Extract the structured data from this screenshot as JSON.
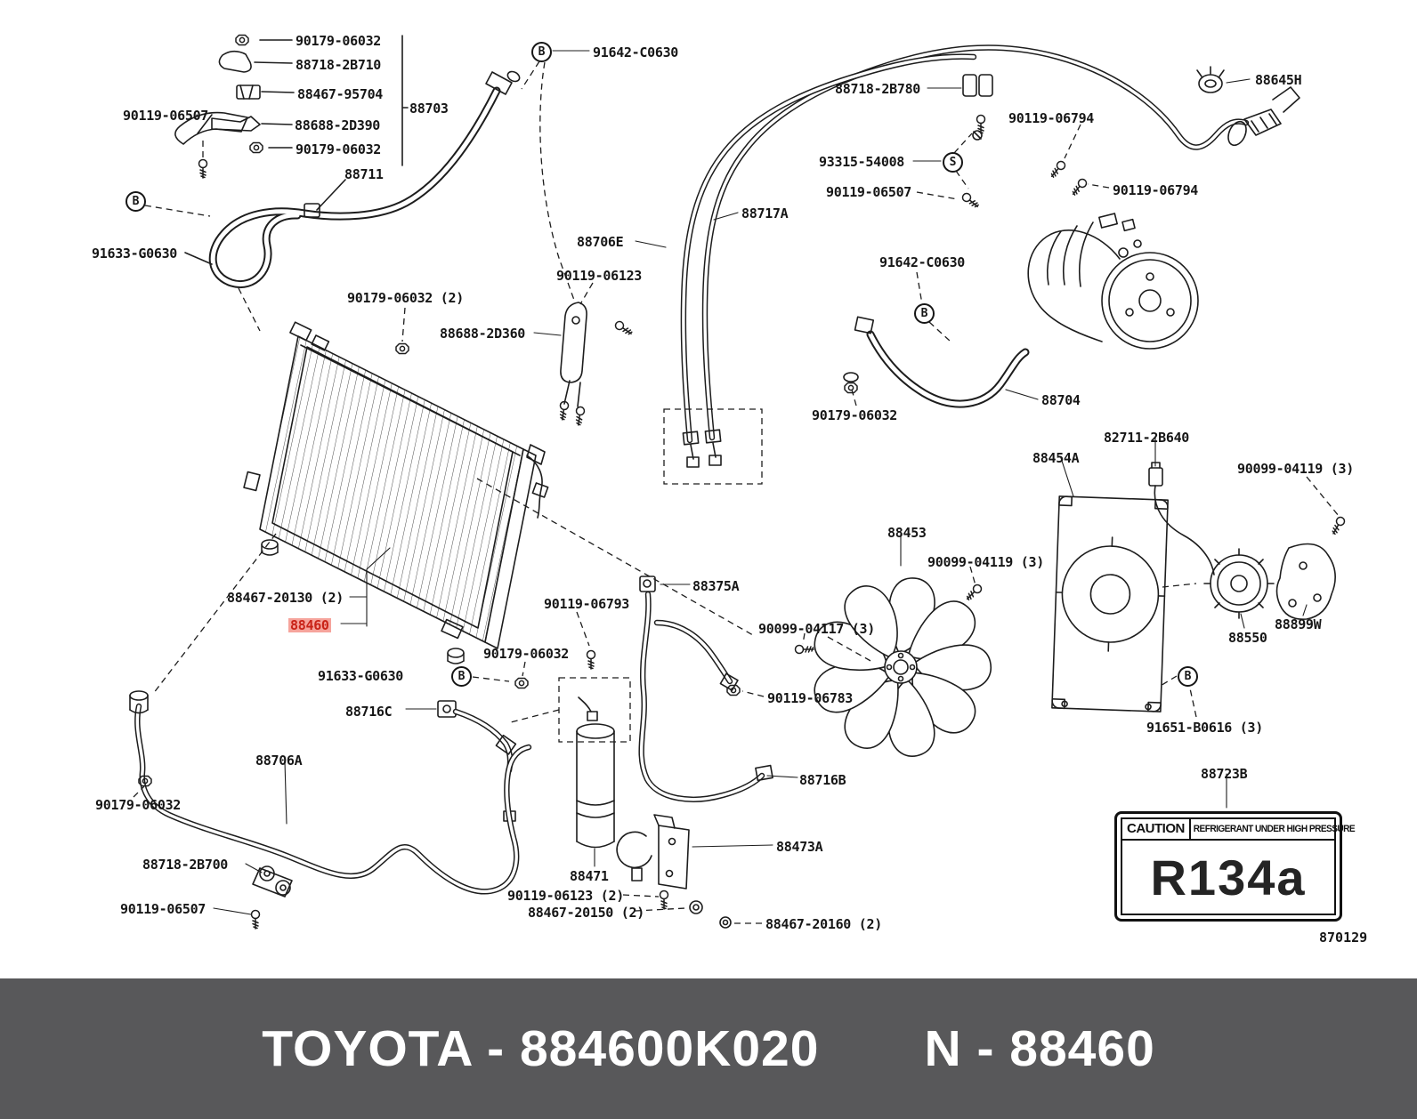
{
  "colors": {
    "background": "#ffffff",
    "line": "#1d1d1d",
    "footer_bg": "#58585a",
    "footer_text": "#ffffff",
    "highlight_text": "#c92318",
    "highlight_bg": "#f6a49c"
  },
  "footer": {
    "left": "TOYOTA - 884600K020",
    "right": "N - 88460"
  },
  "caution_label": {
    "caution": "CAUTION",
    "header": "REFRIGERANT UNDER HIGH PRESSURE",
    "code": "R134a"
  },
  "diagram_number": "870129",
  "markers": [
    {
      "letter": "B"
    },
    {
      "letter": "B"
    },
    {
      "letter": "B"
    },
    {
      "letter": "B"
    },
    {
      "letter": "B"
    },
    {
      "letter": "S"
    }
  ],
  "labels": [
    {
      "text": "90179-06032"
    },
    {
      "text": "88718-2B710"
    },
    {
      "text": "88467-95704"
    },
    {
      "text": "88688-2D390"
    },
    {
      "text": "90179-06032"
    },
    {
      "text": "88703"
    },
    {
      "text": "90119-06507"
    },
    {
      "text": "88711"
    },
    {
      "text": "91633-G0630"
    },
    {
      "text": "91642-C0630"
    },
    {
      "text": "88718-2B780"
    },
    {
      "text": "90119-06794"
    },
    {
      "text": "88645H"
    },
    {
      "text": "93315-54008"
    },
    {
      "text": "90119-06507"
    },
    {
      "text": "90119-06794"
    },
    {
      "text": "88717A"
    },
    {
      "text": "88706E"
    },
    {
      "text": "90119-06123"
    },
    {
      "text": "90179-06032 (2)"
    },
    {
      "text": "88688-2D360"
    },
    {
      "text": "91642-C0630"
    },
    {
      "text": "90179-06032"
    },
    {
      "text": "88704"
    },
    {
      "text": "82711-2B640"
    },
    {
      "text": "88454A"
    },
    {
      "text": "90099-04119 (3)"
    },
    {
      "text": "88453"
    },
    {
      "text": "90099-04119 (3)"
    },
    {
      "text": "90099-04117 (3)"
    },
    {
      "text": "88550"
    },
    {
      "text": "88899W"
    },
    {
      "text": "91651-B0616 (3)"
    },
    {
      "text": "88723B"
    },
    {
      "text": "88375A"
    },
    {
      "text": "90119-06793"
    },
    {
      "text": "88467-20130 (2)"
    },
    {
      "text": "88460",
      "highlighted": true
    },
    {
      "text": "90179-06032"
    },
    {
      "text": "91633-G0630"
    },
    {
      "text": "88716C"
    },
    {
      "text": "90119-06783"
    },
    {
      "text": "88706A"
    },
    {
      "text": "90179-06032"
    },
    {
      "text": "88716B"
    },
    {
      "text": "88473A"
    },
    {
      "text": "88471"
    },
    {
      "text": "88718-2B700"
    },
    {
      "text": "90119-06507"
    },
    {
      "text": "90119-06123 (2)"
    },
    {
      "text": "88467-20150 (2)"
    },
    {
      "text": "88467-20160 (2)"
    }
  ]
}
